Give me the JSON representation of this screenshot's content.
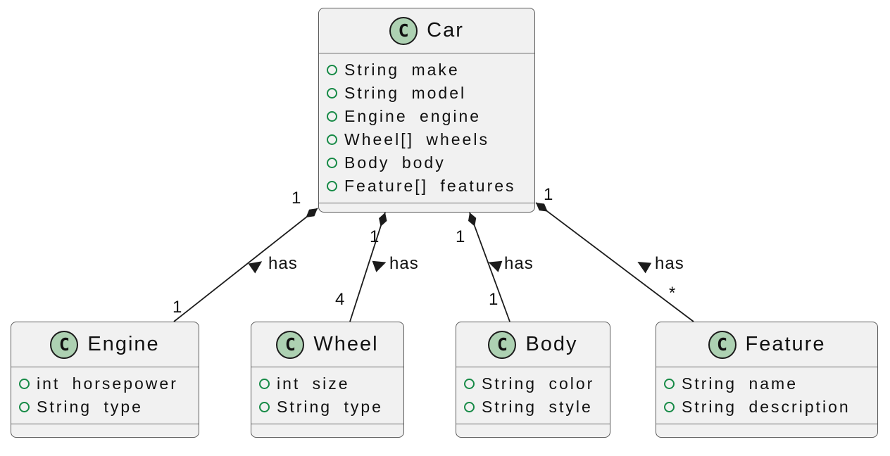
{
  "diagram": {
    "type": "uml-class-diagram",
    "classes": [
      {
        "id": "car",
        "icon_letter": "C",
        "name": "Car",
        "attributes": [
          "String make",
          "String model",
          "Engine engine",
          "Wheel[] wheels",
          "Body body",
          "Feature[] features"
        ]
      },
      {
        "id": "engine",
        "icon_letter": "C",
        "name": "Engine",
        "attributes": [
          "int horsepower",
          "String type"
        ]
      },
      {
        "id": "wheel",
        "icon_letter": "C",
        "name": "Wheel",
        "attributes": [
          "int size",
          "String type"
        ]
      },
      {
        "id": "body",
        "icon_letter": "C",
        "name": "Body",
        "attributes": [
          "String color",
          "String style"
        ]
      },
      {
        "id": "feature",
        "icon_letter": "C",
        "name": "Feature",
        "attributes": [
          "String name",
          "String description"
        ]
      }
    ],
    "relations": [
      {
        "id": "car-engine",
        "source": "Car",
        "target": "Engine",
        "type": "composition",
        "label": "has",
        "source_multiplicity": "1",
        "target_multiplicity": "1"
      },
      {
        "id": "car-wheel",
        "source": "Car",
        "target": "Wheel",
        "type": "composition",
        "label": "has",
        "source_multiplicity": "1",
        "target_multiplicity": "4"
      },
      {
        "id": "car-body",
        "source": "Car",
        "target": "Body",
        "type": "composition",
        "label": "has",
        "source_multiplicity": "1",
        "target_multiplicity": "1"
      },
      {
        "id": "car-feature",
        "source": "Car",
        "target": "Feature",
        "type": "composition",
        "label": "has",
        "source_multiplicity": "1",
        "target_multiplicity": "*"
      }
    ],
    "colors": {
      "background": "#ffffff",
      "class_fill": "#f1f1f1",
      "class_border": "#5a5a5a",
      "stereotype_circle_fill": "#add1b2",
      "stereotype_circle_border": "#1b1b1b",
      "field_icon": "#168a46",
      "relation_line": "#1b1b1b",
      "text": "#111111"
    }
  }
}
